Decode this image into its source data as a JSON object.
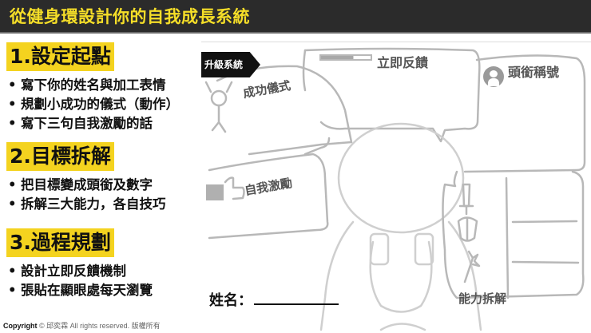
{
  "header": {
    "title": "從健身環設計你的自我成長系統"
  },
  "sections": [
    {
      "heading": "1.設定起點",
      "bullets": [
        "寫下你的姓名與加工表情",
        "規劃小成功的儀式（動作）",
        "寫下三句自我激勵的話"
      ]
    },
    {
      "heading": "2.目標拆解",
      "bullets": [
        "把目標變成頭銜及數字",
        "拆解三大能力，各自技巧"
      ]
    },
    {
      "heading": "3.過程規劃",
      "bullets": [
        "設計立即反饋機制",
        "張貼在顯眼處每天瀏覽"
      ]
    }
  ],
  "worksheet": {
    "tag": "升級系統",
    "labels": {
      "success_ritual": "成功儀式",
      "instant_feedback": "立即反饋",
      "title_name": "頭銜稱號",
      "self_motivation": "自我激勵",
      "ability_breakdown": "能力拆解",
      "name_field": "姓名："
    },
    "icons": [
      "cheering-person-icon",
      "progress-bar-icon",
      "avatar-icon",
      "thumbs-up-icon",
      "sword-icon",
      "shield-icon",
      "magic-wand-icon"
    ]
  },
  "footer": {
    "copyright_bold": "Copyright",
    "copyright_rest": " © 邱奕霖 All rights reserved. 版權所有"
  },
  "colors": {
    "title_bar_bg": "#2b2b2b",
    "title_text": "#f5de28",
    "heading_highlight": "#f4d31f",
    "sketch_gray": "#b8b8b8"
  }
}
